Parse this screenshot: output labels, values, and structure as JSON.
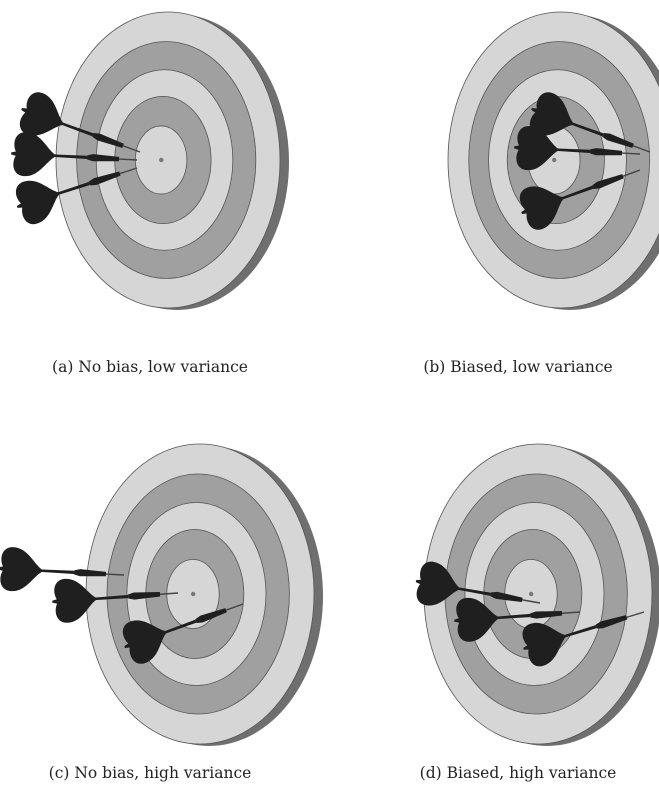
{
  "figure": {
    "panels": [
      {
        "id": "a",
        "caption": "(a) No bias, low variance"
      },
      {
        "id": "b",
        "caption": "(b) Biased, low variance"
      },
      {
        "id": "c",
        "caption": "(c) No bias, high variance"
      },
      {
        "id": "d",
        "caption": "(d) Biased, high variance"
      }
    ]
  },
  "colors": {
    "board_light": "#d6d6d6",
    "board_dark": "#a0a0a0",
    "board_edge": "#6f6f6f",
    "ring_stroke": "#555555",
    "dart": "#1f1f1f"
  }
}
